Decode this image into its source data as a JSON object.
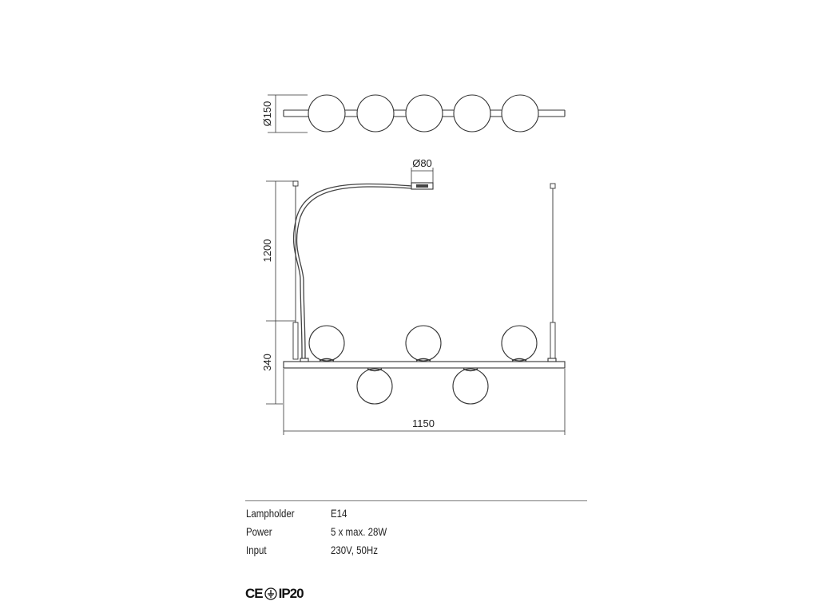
{
  "dimensions": {
    "sphere_diameter": "Ø150",
    "canopy_diameter": "Ø80",
    "cable_length": "1200",
    "body_height": "340",
    "total_length": "1150"
  },
  "specs": [
    {
      "label": "Lampholder",
      "value": "E14"
    },
    {
      "label": "Power",
      "value": "5 x max. 28W"
    },
    {
      "label": "Input",
      "value": "230V, 50Hz"
    }
  ],
  "marks": {
    "ce": "CE",
    "ip_rating": "IP20"
  }
}
